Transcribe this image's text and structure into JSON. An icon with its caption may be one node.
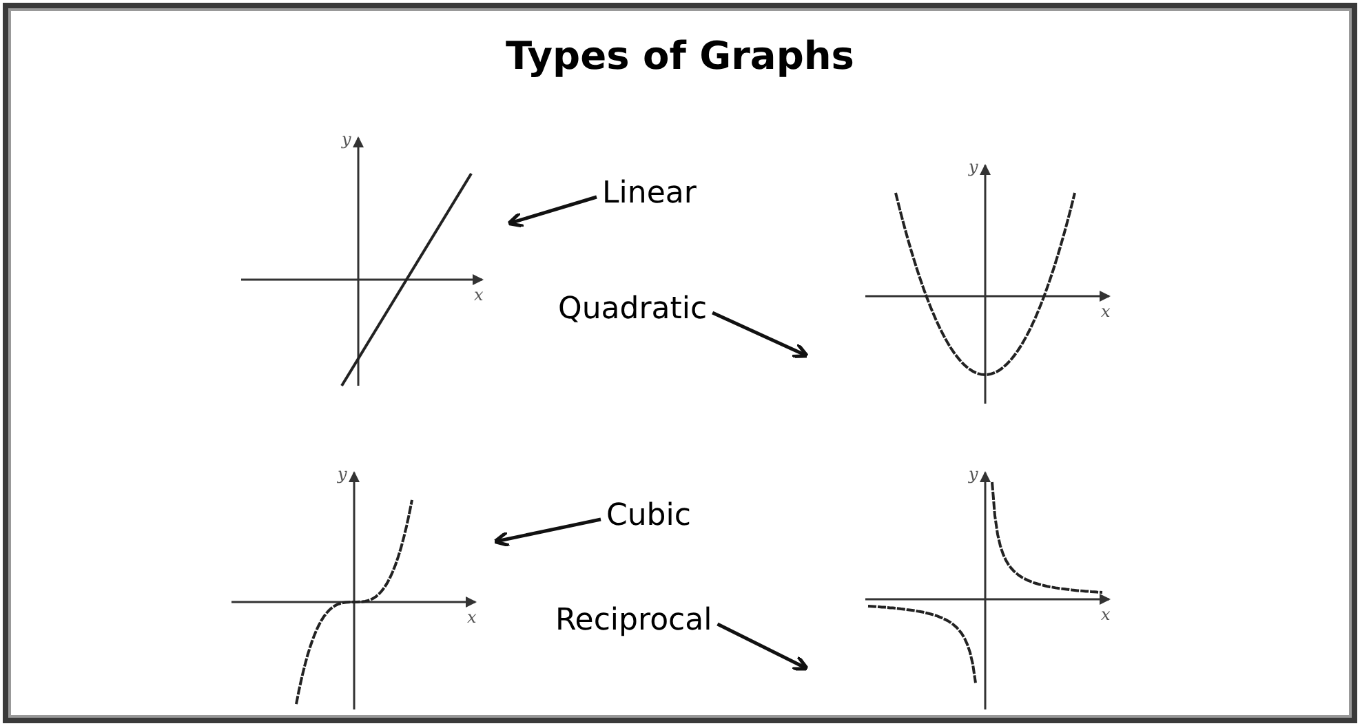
{
  "diagram": {
    "title": "Types of Graphs",
    "nodes": [
      {
        "text": [],
        "shape": "picture"
      },
      {
        "text": [
          "Linear"
        ]
      },
      {
        "text": [
          "Quadratic"
        ]
      },
      {
        "text": [],
        "shape": "picture"
      },
      {
        "text": [],
        "shape": "picture"
      },
      {
        "text": [
          "Cubic"
        ]
      },
      {
        "text": [
          "Reciprocal"
        ]
      },
      {
        "text": [],
        "shape": "picture"
      }
    ],
    "edges": [
      {
        "from": 1,
        "to": 0,
        "arrow": "to"
      },
      {
        "from": 2,
        "to": 3,
        "arrow": "to"
      },
      {
        "from": 5,
        "to": 4,
        "arrow": "to"
      },
      {
        "from": 6,
        "to": 7,
        "arrow": "to"
      }
    ],
    "labels": [
      "y",
      "x",
      "y",
      "x",
      "y",
      "x",
      "y",
      "x"
    ]
  }
}
